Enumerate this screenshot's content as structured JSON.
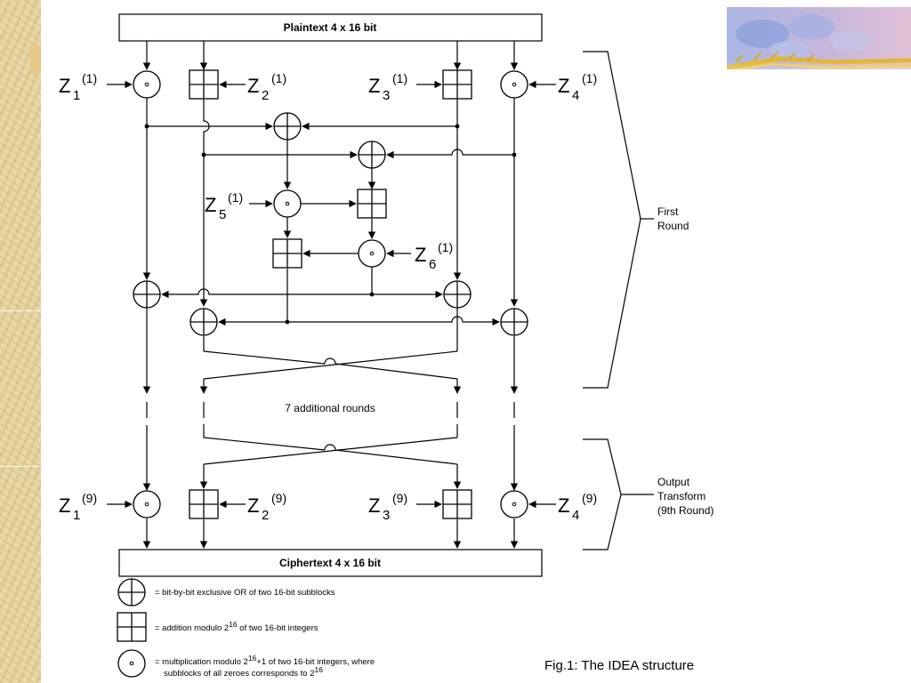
{
  "plaintext_label": "Plaintext 4 x 16 bit",
  "ciphertext_label": "Ciphertext 4 x 16 bit",
  "additional_rounds_label": "7 additional rounds",
  "keys": {
    "round1": [
      {
        "letter": "Z",
        "sub": "1",
        "sup": "(1)"
      },
      {
        "letter": "Z",
        "sub": "2",
        "sup": "(1)"
      },
      {
        "letter": "Z",
        "sub": "3",
        "sup": "(1)"
      },
      {
        "letter": "Z",
        "sub": "4",
        "sup": "(1)"
      },
      {
        "letter": "Z",
        "sub": "5",
        "sup": "(1)"
      },
      {
        "letter": "Z",
        "sub": "6",
        "sup": "(1)"
      }
    ],
    "output": [
      {
        "letter": "Z",
        "sub": "1",
        "sup": "(9)"
      },
      {
        "letter": "Z",
        "sub": "2",
        "sup": "(9)"
      },
      {
        "letter": "Z",
        "sub": "3",
        "sup": "(9)"
      },
      {
        "letter": "Z",
        "sub": "4",
        "sup": "(9)"
      }
    ]
  },
  "side_labels": {
    "first_round": [
      "First",
      "Round"
    ],
    "output_transform": [
      "Output",
      "Transform",
      "(9th Round)"
    ]
  },
  "legend": {
    "xor": "= bit-by-bit exclusive OR of two 16-bit subblocks",
    "add_prefix": "= addition modulo 2",
    "add_exp": "16",
    "add_suffix": " of two 16-bit integers",
    "mul_prefix": "= multiplication modulo 2",
    "mul_exp": "16",
    "mul_suffix": "+1 of two 16-bit integers, where",
    "mul_line2_prefix": "subblocks of all zeroes corresponds to 2",
    "mul_line2_exp": "16"
  },
  "caption": "Fig.1: The IDEA structure",
  "colors": {
    "line": "#000000",
    "sidebar": "#e9d7a6"
  }
}
